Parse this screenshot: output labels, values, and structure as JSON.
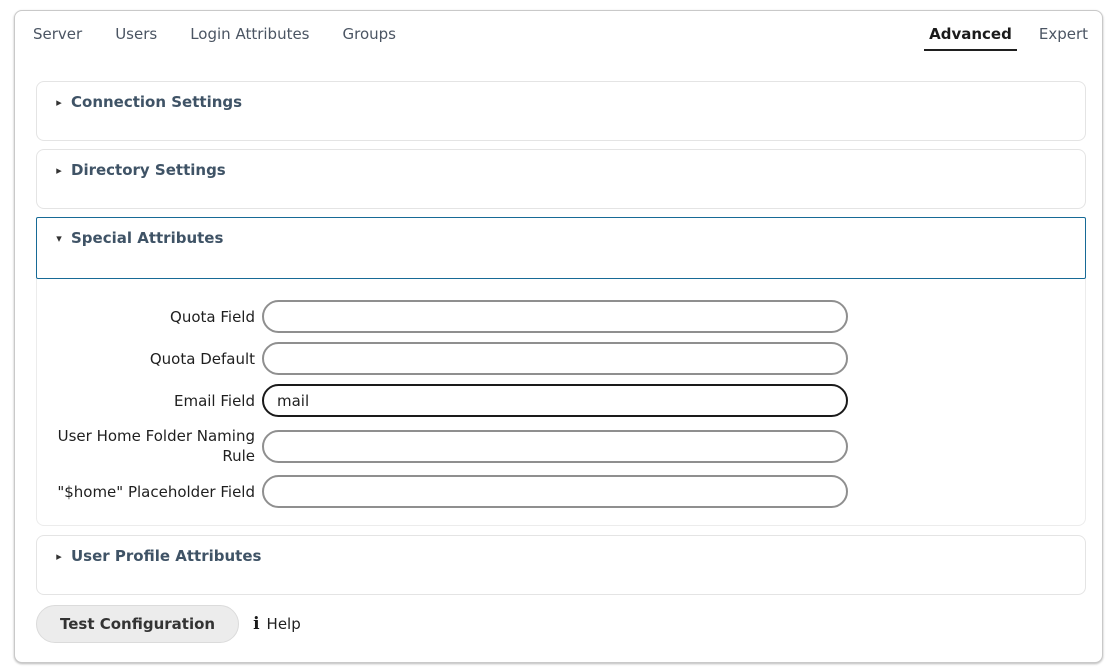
{
  "colors": {
    "accent_blue": "#176a96",
    "focus_border": "#1a1a1a",
    "section_title": "#3f5366",
    "panel_border": "#c9c9c9"
  },
  "icons": {
    "caret_collapsed_glyph": "▸",
    "caret_expanded_glyph": "▾",
    "info_glyph": "i"
  },
  "nav_tabs": {
    "items": [
      {
        "label": "Server"
      },
      {
        "label": "Users"
      },
      {
        "label": "Login Attributes"
      },
      {
        "label": "Groups"
      }
    ]
  },
  "mode_tabs": {
    "advanced": {
      "label": "Advanced",
      "active": true
    },
    "expert": {
      "label": "Expert",
      "active": false
    }
  },
  "sections": {
    "connection": {
      "title": "Connection Settings",
      "expanded": false
    },
    "directory": {
      "title": "Directory Settings",
      "expanded": false
    },
    "special": {
      "title": "Special Attributes",
      "expanded": true
    },
    "user_profile": {
      "title": "User Profile Attributes",
      "expanded": false
    }
  },
  "special_form": {
    "fields": [
      {
        "label": "Quota Field",
        "value": "",
        "focused": false
      },
      {
        "label": "Quota Default",
        "value": "",
        "focused": false
      },
      {
        "label": "Email Field",
        "value": "mail",
        "focused": true
      },
      {
        "label": "User Home Folder Naming Rule",
        "value": "",
        "focused": false
      },
      {
        "label": "\"$home\" Placeholder Field",
        "value": "",
        "focused": false
      }
    ]
  },
  "footer": {
    "test_button": "Test Configuration",
    "help": "Help"
  }
}
